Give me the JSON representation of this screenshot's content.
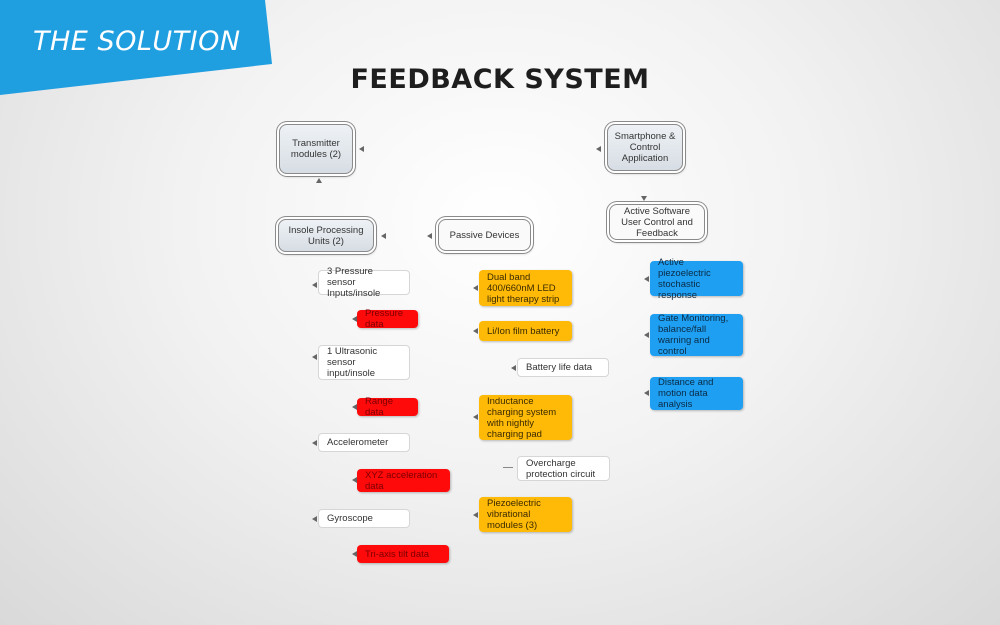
{
  "banner": {
    "text": "THE SOLUTION",
    "color": "#1f9ee0"
  },
  "title": "FEEDBACK SYSTEM",
  "hubs": {
    "transmitter": "Transmitter modules (2)",
    "smartphone": "Smartphone & Control Application",
    "insole": "Insole Processing Units (2)",
    "passive": "Passive Devices",
    "active_software": "Active Software User Control and Feedback"
  },
  "insole_items": [
    {
      "label": "3 Pressure sensor Inputs/insole",
      "kind": "white"
    },
    {
      "label": "Pressure data",
      "kind": "red"
    },
    {
      "label": "1 Ultrasonic sensor input/insole",
      "kind": "white"
    },
    {
      "label": "Range data",
      "kind": "red"
    },
    {
      "label": "Accelerometer",
      "kind": "white"
    },
    {
      "label": "XYZ acceleration data",
      "kind": "red"
    },
    {
      "label": "Gyroscope",
      "kind": "white"
    },
    {
      "label": "Tri-axis tilt data",
      "kind": "red"
    }
  ],
  "passive_items": [
    {
      "label": "Dual band 400/660nM LED light therapy strip",
      "kind": "yellow"
    },
    {
      "label": "Li/Ion film battery",
      "kind": "yellow"
    },
    {
      "label": "Battery life data",
      "kind": "white"
    },
    {
      "label": "Inductance charging system with nightly charging pad",
      "kind": "yellow"
    },
    {
      "label": "Overcharge protection circuit",
      "kind": "white"
    },
    {
      "label": "Piezoelectric vibrational modules (3)",
      "kind": "yellow"
    }
  ],
  "active_items": [
    {
      "label": "Active piezoelectric stochastic response",
      "kind": "blue"
    },
    {
      "label": "Gate Monitoring, balance/fall warning and control",
      "kind": "blue"
    },
    {
      "label": "Distance and motion data analysis",
      "kind": "blue"
    }
  ],
  "colors": {
    "red": "#ff0a0a",
    "yellow": "#ffba08",
    "blue": "#1e9ff2",
    "white": "#ffffff"
  }
}
